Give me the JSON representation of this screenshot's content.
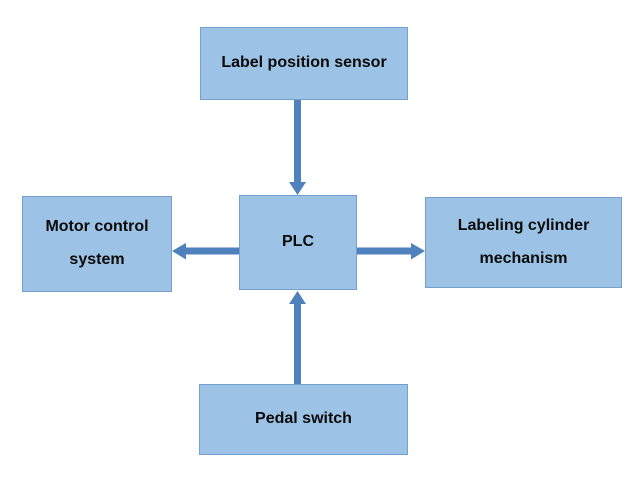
{
  "diagram": {
    "type": "flowchart",
    "background_color": "#ffffff",
    "colors": {
      "node_fill": "#9CC3E5",
      "node_border": "#75A0CE",
      "arrow": "#4F81BD",
      "text": "#0a0a0a"
    },
    "nodes": {
      "sensor": {
        "label": "Label position sensor"
      },
      "plc": {
        "label": "PLC"
      },
      "motor": {
        "label": "Motor control system"
      },
      "cylinder": {
        "label": "Labeling cylinder mechanism"
      },
      "pedal": {
        "label": "Pedal switch"
      }
    },
    "edges": [
      {
        "from": "Label position sensor",
        "to": "PLC",
        "direction": "down"
      },
      {
        "from": "PLC",
        "to": "Motor control system",
        "direction": "left"
      },
      {
        "from": "PLC",
        "to": "Labeling cylinder mechanism",
        "direction": "right"
      },
      {
        "from": "Pedal switch",
        "to": "PLC",
        "direction": "up"
      }
    ]
  }
}
